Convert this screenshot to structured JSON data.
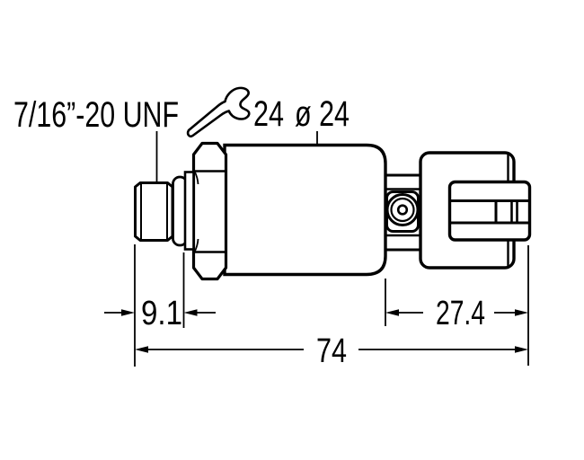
{
  "colors": {
    "line": "#000000",
    "background": "#ffffff"
  },
  "annotations": {
    "thread_label": "7/16”-20 UNF",
    "wrench_icon": "open-end-wrench",
    "wrench_size_label": "24",
    "diameter_label": "ø 24"
  },
  "dimensions": {
    "port_length": "9.1",
    "connector_length": "27.4",
    "overall_length": "74"
  }
}
